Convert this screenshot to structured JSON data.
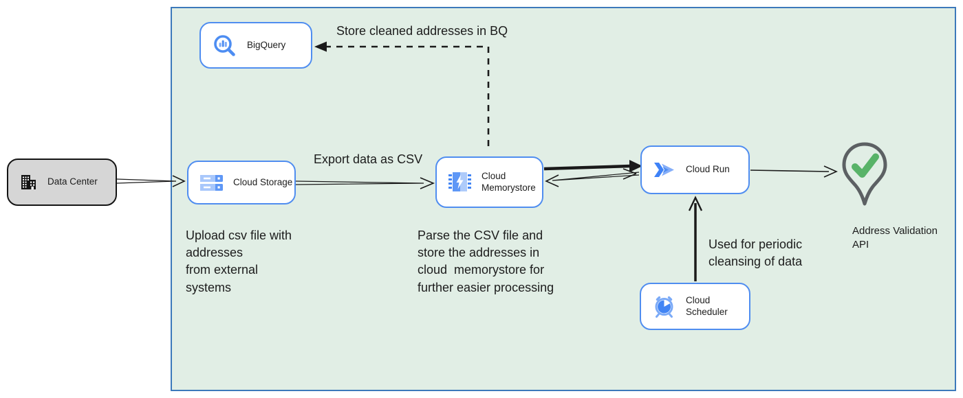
{
  "nodes": {
    "data_center": {
      "label": "Data Center"
    },
    "bigquery": {
      "label": "BigQuery"
    },
    "cloud_storage": {
      "label": "Cloud Storage"
    },
    "cloud_memorystore": {
      "label": "Cloud\nMemorystore"
    },
    "cloud_run": {
      "label": "Cloud Run"
    },
    "cloud_scheduler": {
      "label": "Cloud Scheduler"
    },
    "address_validation_api": {
      "label": "Address Validation\nAPI"
    }
  },
  "edge_labels": {
    "store_cleaned": "Store cleaned addresses in BQ",
    "export_csv": "Export data as CSV",
    "periodic_cleansing": "Used for periodic\ncleansing of data"
  },
  "annotations": {
    "upload_note": "Upload csv file with\naddresses\nfrom external\nsystems",
    "parse_note": "Parse the CSV file and\nstore the addresses in\ncloud  memorystore for\nfurther easier processing"
  },
  "colors": {
    "container_fill": "#e1eee5",
    "container_border": "#3c79bb",
    "node_border": "#4f8df0",
    "datacenter_fill": "#d6d6d6",
    "icon_blue": "#4285f4",
    "icon_blue_mid": "#5e97f6",
    "icon_blue_light": "#aecbfa",
    "check_green": "#58b368",
    "pin_gray": "#5c6063",
    "edge_black": "#1a1a1a"
  }
}
